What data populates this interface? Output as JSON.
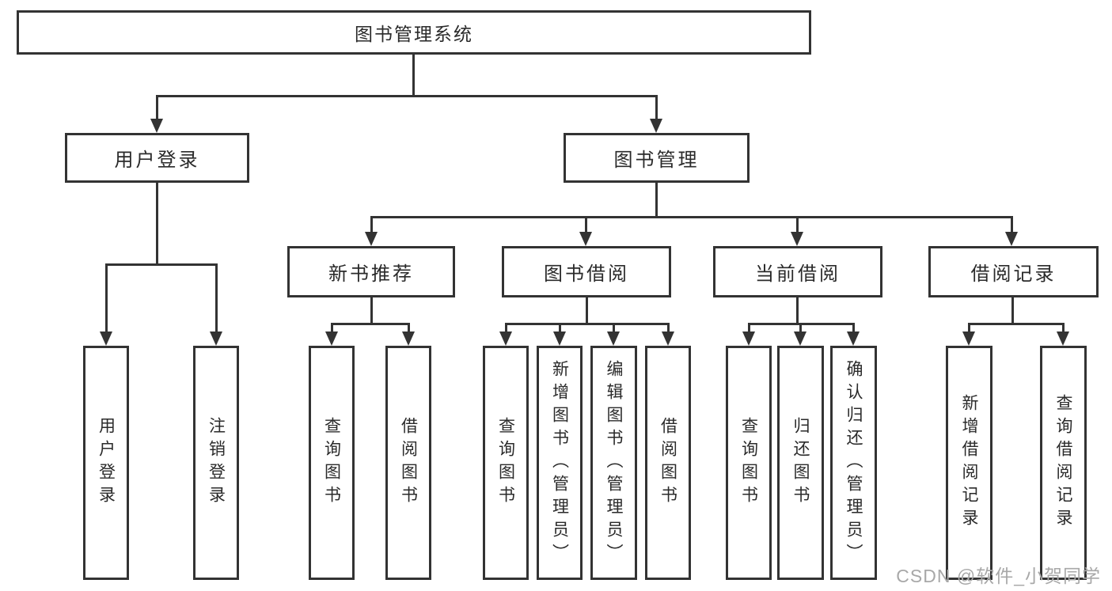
{
  "diagram": {
    "title": "图书管理系统",
    "root": {
      "label": "图书管理系统"
    },
    "branches": {
      "user_login": {
        "label": "用户登录",
        "children": [
          "用户登录",
          "注销登录"
        ]
      },
      "book_management": {
        "label": "图书管理"
      }
    },
    "modules": {
      "new_book_recommend": {
        "label": "新书推荐",
        "children": [
          "查询图书",
          "借阅图书"
        ]
      },
      "book_borrow": {
        "label": "图书借阅",
        "children": [
          "查询图书",
          "新增图书（管理员）",
          "编辑图书（管理员）",
          "借阅图书"
        ]
      },
      "current_borrow": {
        "label": "当前借阅",
        "children": [
          "查询图书",
          "归还图书",
          "确认归还（管理员）"
        ]
      },
      "borrow_records": {
        "label": "借阅记录",
        "children": [
          "新增借阅记录",
          "查询借阅记录"
        ]
      }
    }
  },
  "watermark": {
    "text": "CSDN @软件_小贺同学"
  },
  "colors": {
    "stroke": "#333333",
    "text": "#2a2a2a",
    "watermark": "#a8a8a8",
    "background": "#ffffff"
  }
}
